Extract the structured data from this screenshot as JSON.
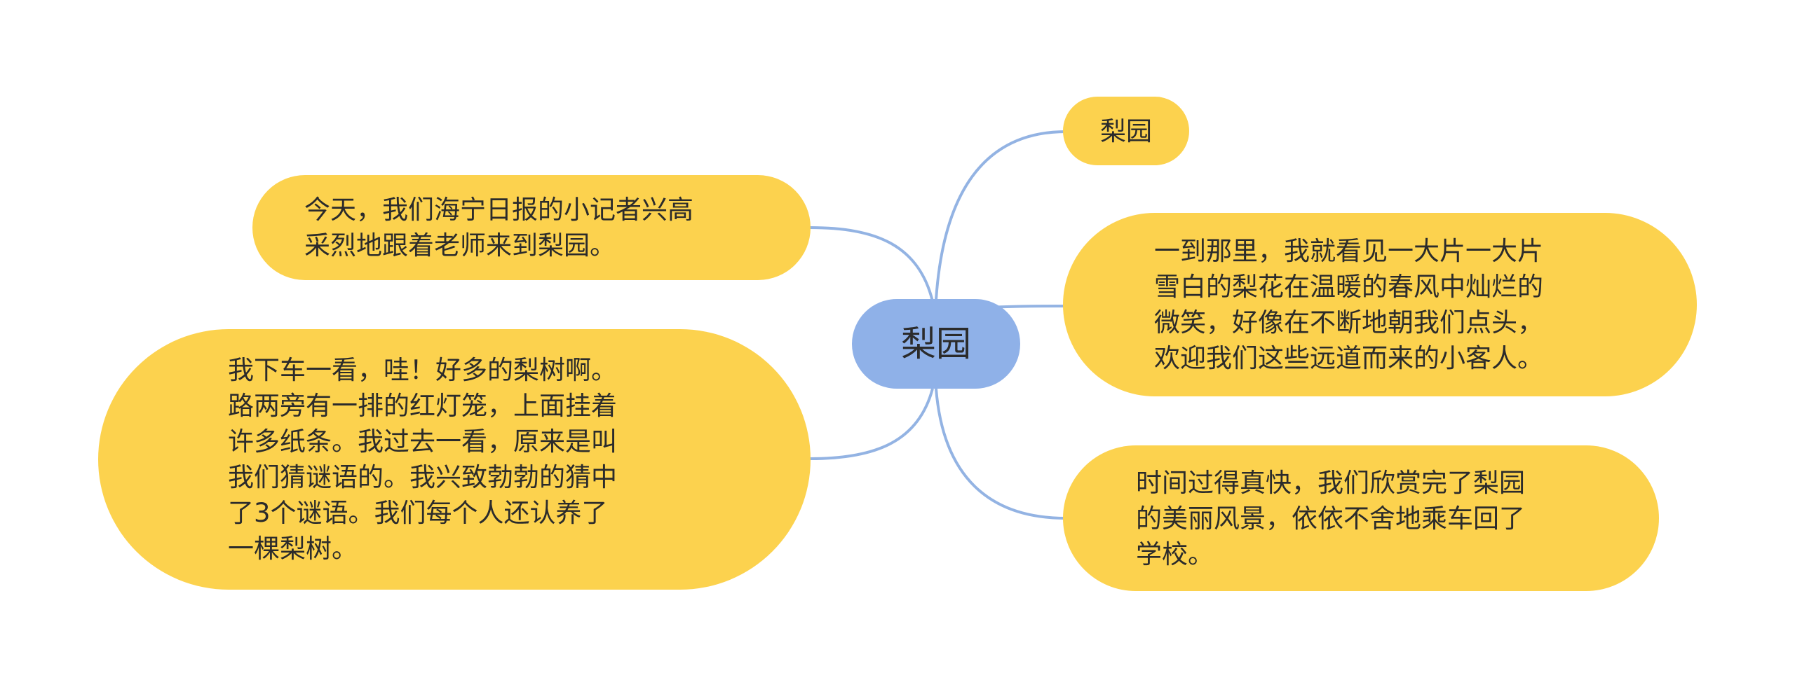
{
  "diagram": {
    "center": {
      "label": "梨园"
    },
    "branches": [
      {
        "id": "right-1",
        "lines": [
          "梨园"
        ]
      },
      {
        "id": "right-2",
        "lines": [
          "一到那里，我就看见一大片一大片",
          "雪白的梨花在温暖的春风中灿烂的",
          "微笑，好像在不断地朝我们点头，",
          "欢迎我们这些远道而来的小客人。"
        ]
      },
      {
        "id": "right-3",
        "lines": [
          "时间过得真快，我们欣赏完了梨园",
          "的美丽风景，依依不舍地乘车回了",
          "学校。"
        ]
      },
      {
        "id": "left-1",
        "lines": [
          "今天，我们海宁日报的小记者兴高",
          "采烈地跟着老师来到梨园。"
        ]
      },
      {
        "id": "left-2",
        "lines": [
          "我下车一看，哇！好多的梨树啊。",
          "路两旁有一排的红灯笼，上面挂着",
          "许多纸条。我过去一看，原来是叫",
          "我们猜谜语的。我兴致勃勃的猜中",
          "了3个谜语。我们每个人还认养了",
          "一棵梨树。"
        ]
      }
    ]
  },
  "colors": {
    "center_fill": "#8fb1e8",
    "branch_fill": "#fcd24e",
    "link": "#93b3e3",
    "text": "#2b2b2b"
  }
}
